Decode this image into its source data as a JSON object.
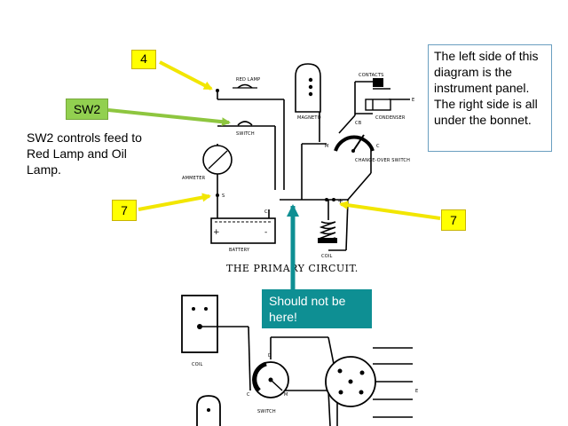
{
  "labels": {
    "four": "4",
    "sw2": "SW2",
    "seven_left": "7",
    "seven_right": "7",
    "sw2_note": "SW2 controls feed to Red Lamp and Oil Lamp.",
    "side_note": "The left side of this diagram is the instrument panel. The right side is all under the bonnet.",
    "should_not": "Should not be here!"
  },
  "diagram": {
    "title": "THE PRIMARY CIRCUIT.",
    "red_lamp": "RED LAMP",
    "switch": "SWITCH",
    "ammeter": "AMMETER",
    "battery": "BATTERY",
    "magneto": "MAGNETO",
    "contacts": "CONTACTS",
    "condenser": "CONDENSER",
    "change_over_switch": "CHANGE-OVER SWITCH",
    "cb": "CB",
    "coil": "COIL",
    "lower_coil": "COIL",
    "lower_switch": "SWITCH",
    "terminal_s": "S",
    "terminal_m": "M",
    "terminal_c": "C",
    "terminal_e": "E",
    "terminal_b": "B",
    "terminal_d": "D",
    "plus": "+",
    "minus": "-"
  },
  "colors": {
    "yellow_box": "#ffff00",
    "yellow_arrow": "#f2e600",
    "green_box": "#92d050",
    "green_arrow": "#8ec63f",
    "teal_box": "#0e8f93",
    "teal_arrow": "#0e8f93",
    "note_border": "#6a9fc0"
  }
}
